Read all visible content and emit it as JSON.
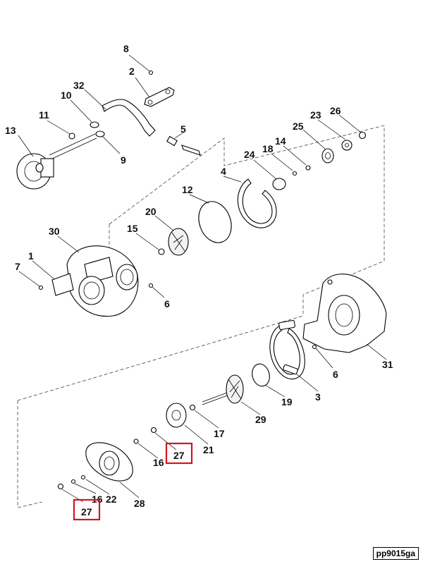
{
  "figure_code": "pp9015ga",
  "highlight_color": "#d0161c",
  "callouts": {
    "c8": "8",
    "c2": "2",
    "c32": "32",
    "c10": "10",
    "c11": "11",
    "c13": "13",
    "c9": "9",
    "c5": "5",
    "c23": "23",
    "c26": "26",
    "c25": "25",
    "c14": "14",
    "c18": "18",
    "c24": "24",
    "c4": "4",
    "c12": "12",
    "c20": "20",
    "c15": "15",
    "c30": "30",
    "c1": "1",
    "c7": "7",
    "c6a": "6",
    "c31": "31",
    "c6b": "6",
    "c3": "3",
    "c19": "19",
    "c29": "29",
    "c17": "17",
    "c21": "21",
    "c27a": "27",
    "c16a": "16",
    "c16b": "16",
    "c22": "22",
    "c28": "28",
    "c27b": "27"
  }
}
